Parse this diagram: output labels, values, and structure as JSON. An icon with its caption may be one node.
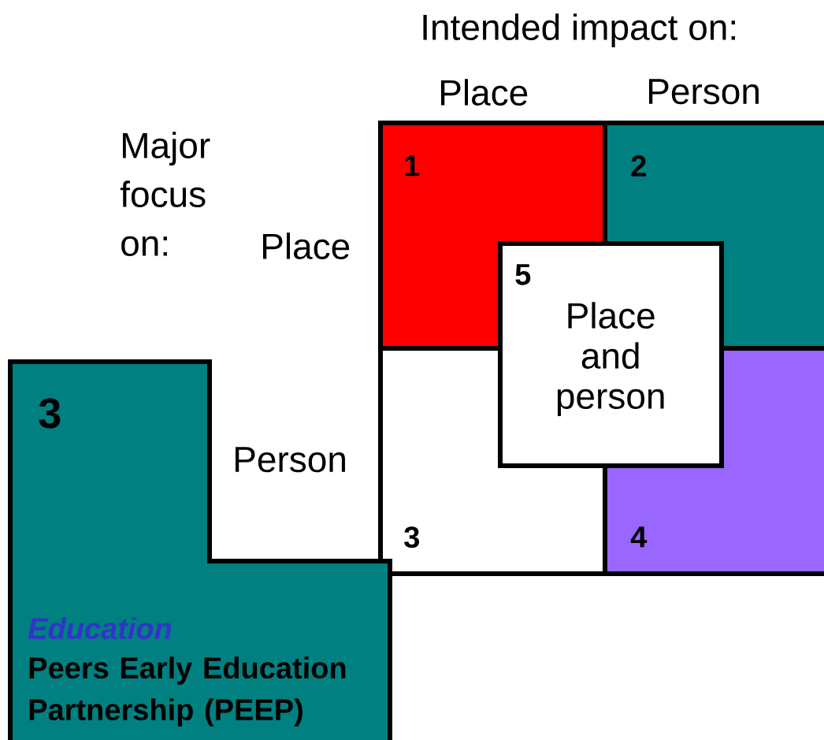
{
  "diagram": {
    "nodes": [
      {
        "text": [
          "1"
        ]
      },
      {
        "text": [
          "2"
        ]
      },
      {
        "text": [
          "3"
        ]
      },
      {
        "text": [
          "4"
        ]
      },
      {
        "text": [
          "5",
          "Place and person"
        ]
      },
      {
        "text": [
          "3",
          "Education",
          "Peers Early Education Partnership (PEEP)"
        ]
      }
    ],
    "edges": [],
    "labels": [
      "Intended impact on:",
      "Place",
      "Person",
      "Major focus on:",
      "Place",
      "Person"
    ]
  }
}
